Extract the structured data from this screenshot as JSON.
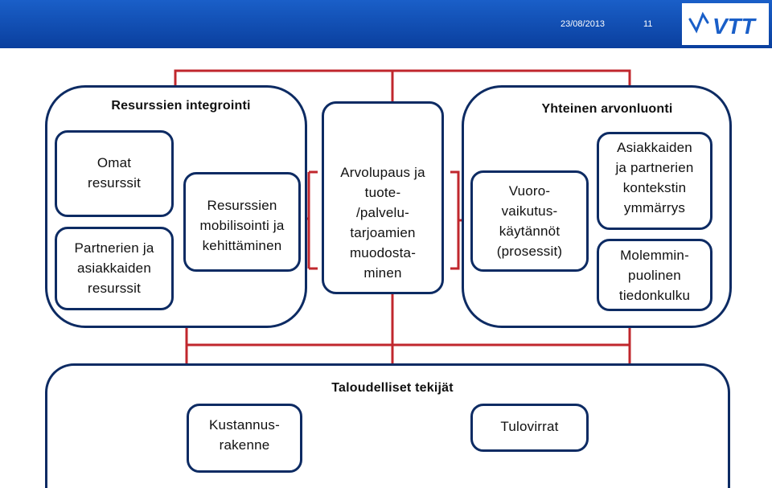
{
  "header": {
    "date": "23/08/2013",
    "page_number": "11",
    "logo_text": "VTT",
    "bar_color": "#0a3f9e"
  },
  "diagram": {
    "left_group": {
      "title": "Resurssien integrointi",
      "own_resources": [
        "Omat",
        "resurssit"
      ],
      "partner_resources": [
        "Partnerien ja",
        "asiakkaiden",
        "resurssit"
      ],
      "mobilization": [
        "Resurssien",
        "mobilisointi ja",
        "kehittäminen"
      ]
    },
    "center": {
      "value_proposition": [
        "Arvolupaus ja",
        "tuote-",
        "/palvelu-",
        "tarjoamien",
        "muodosta-",
        "minen"
      ]
    },
    "right_group": {
      "title": "Yhteinen arvonluonti",
      "interaction": [
        "Vuoro-",
        "vaikutus-",
        "käytännöt",
        "(prosessit)"
      ],
      "context": [
        "Asiakkaiden",
        "ja partnerien",
        "kontekstin",
        "ymmärrys"
      ],
      "communication": [
        "Molemmin-",
        "puolinen",
        "tiedonkulku"
      ]
    },
    "bottom_group": {
      "title": "Taloudelliset tekijät",
      "cost_structure": [
        "Kustannus-",
        "rakenne"
      ],
      "revenue": [
        "Tulovirrat"
      ]
    },
    "colors": {
      "box_border": "#0d2b63",
      "connector": "#c0272d"
    }
  }
}
